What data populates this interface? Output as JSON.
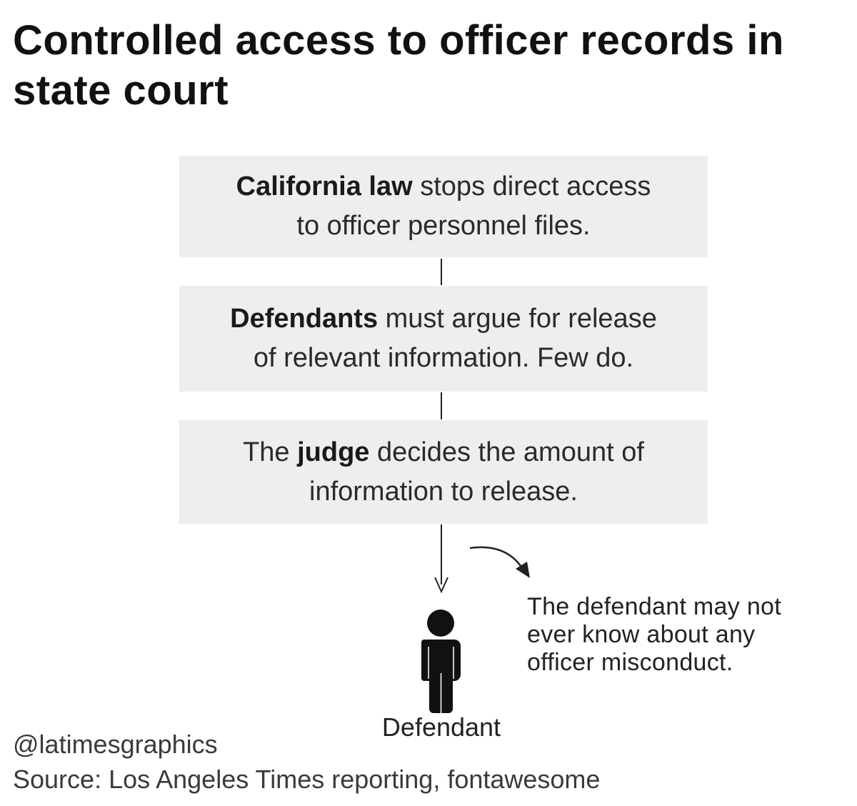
{
  "title": "Controlled access to officer records in state court",
  "steps": [
    {
      "bold": "California law",
      "rest_line1": " stops direct access",
      "line2": "to officer personnel files."
    },
    {
      "bold": "Defendants",
      "rest_line1": " must argue for release",
      "line2": "of relevant information. Few do."
    },
    {
      "prefix": "The ",
      "bold": "judge",
      "rest_line1": " decides the amount of",
      "line2": "information to release."
    }
  ],
  "outcome": {
    "note_lines": [
      "The defendant may not",
      "ever know about any",
      "officer misconduct."
    ],
    "person_label": "Defendant",
    "person_icon": "person-icon"
  },
  "footer": {
    "credit": "@latimesgraphics",
    "source": "Source: Los Angeles Times reporting, fontawesome"
  },
  "colors": {
    "box_background": "#eeefed",
    "ink": "#1b1b1b"
  }
}
